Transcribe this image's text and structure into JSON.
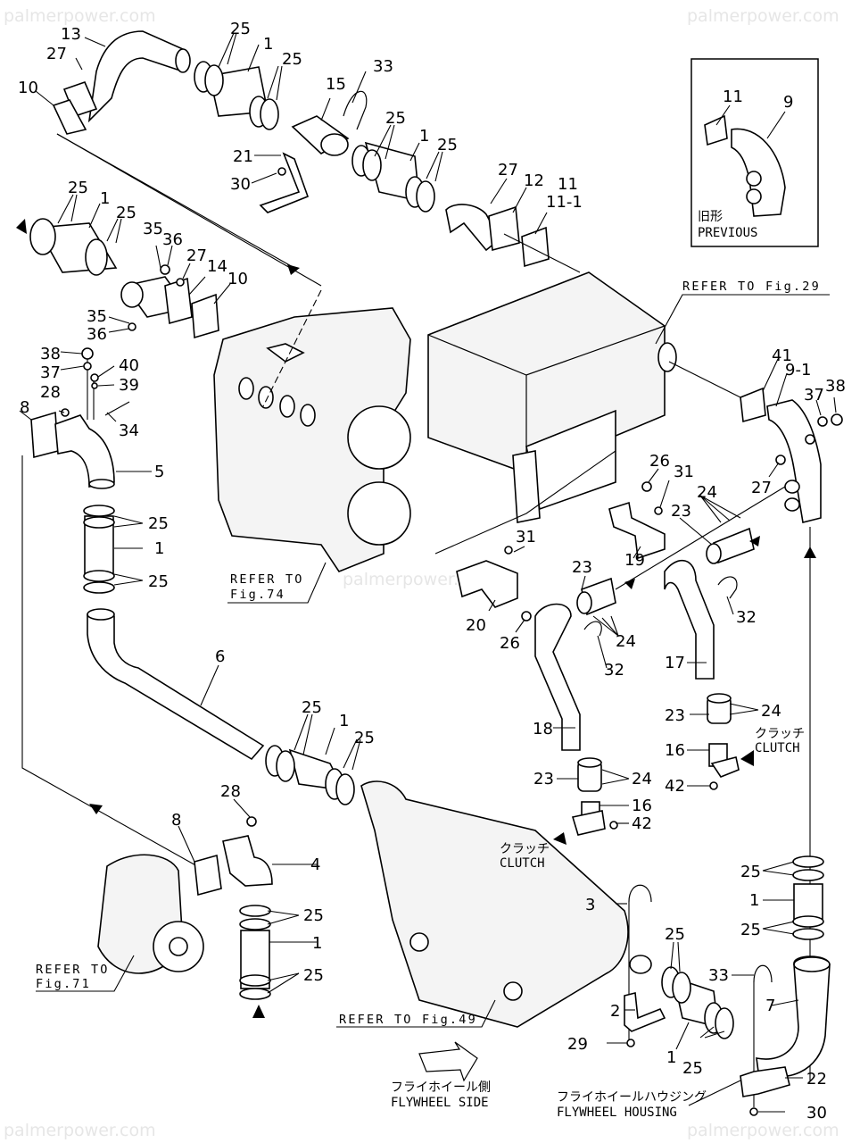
{
  "watermark": "palmerpower.com",
  "part_numbers": {
    "p1": "1",
    "p2": "2",
    "p3": "3",
    "p4": "4",
    "p5": "5",
    "p6": "6",
    "p7": "7",
    "p8": "8",
    "p9": "9",
    "p9_1": "9-1",
    "p10": "10",
    "p11": "11",
    "p11_1": "11-1",
    "p12": "12",
    "p13": "13",
    "p14": "14",
    "p15": "15",
    "p16": "16",
    "p17": "17",
    "p18": "18",
    "p19": "19",
    "p20": "20",
    "p21": "21",
    "p22": "22",
    "p23": "23",
    "p24": "24",
    "p25": "25",
    "p26": "26",
    "p27": "27",
    "p28": "28",
    "p29": "29",
    "p30": "30",
    "p31": "31",
    "p32": "32",
    "p33": "33",
    "p34": "34",
    "p35": "35",
    "p36": "36",
    "p37": "37",
    "p38": "38",
    "p39": "39",
    "p40": "40",
    "p41": "41",
    "p42": "42"
  },
  "inset": {
    "jp": "旧形",
    "en": "PREVIOUS"
  },
  "references": {
    "fig29": "REFER TO Fig.29",
    "fig74_line1": "REFER TO",
    "fig74_line2": "Fig.74",
    "fig71_line1": "REFER TO",
    "fig71_line2": "Fig.71",
    "fig49": "REFER TO Fig.49"
  },
  "notes": {
    "clutch_jp": "クラッチ",
    "clutch_en": "CLUTCH",
    "flywheel_side_jp": "フライホイール側",
    "flywheel_side_en": "FLYWHEEL SIDE",
    "flywheel_housing_jp": "フライホイールハウジング",
    "flywheel_housing_en": "FLYWHEEL HOUSING"
  }
}
